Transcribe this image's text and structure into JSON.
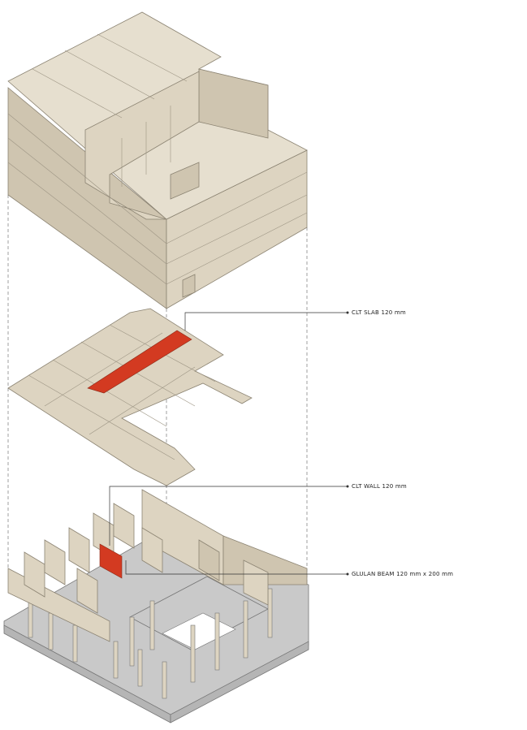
{
  "labels": {
    "clt_slab": "CLT SLAB 120 mm",
    "clt_wall": "CLT WALL 120 mm",
    "glulam_beam": "GLULAN BEAM 120 mm x 200 mm"
  },
  "colors": {
    "wood": "#ddd4c1",
    "highlight": "#d33a21",
    "concrete": "#c9c9c9"
  }
}
